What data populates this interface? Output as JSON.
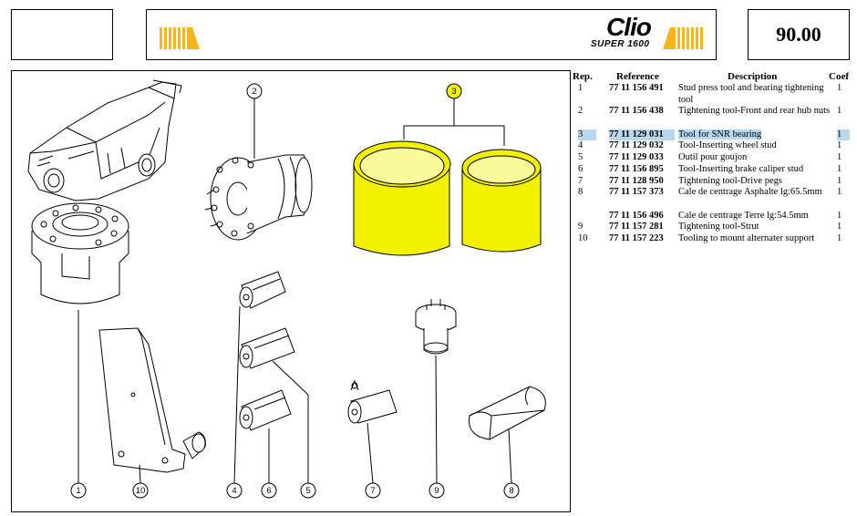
{
  "header": {
    "logo_title": "Clio",
    "logo_subtitle": "SUPER 1600",
    "page_number": "90.00",
    "colors": {
      "stripes": "#f6b51a",
      "highlight_ring": "#f2f200",
      "row_highlight": "#b9d7ee"
    }
  },
  "table": {
    "headers": {
      "rep": "Rep.",
      "reference": "Reference",
      "description": "Description",
      "coef": "Coef"
    },
    "rows": [
      {
        "rep": "1",
        "ref": "77 11 156 491",
        "desc": "Stud press tool and bearing tightening tool",
        "coef": "1"
      },
      {
        "rep": "2",
        "ref": "77 11 156 438",
        "desc": "Tightening tool-Front and rear hub nuts",
        "coef": "1"
      },
      {
        "rep": "3",
        "ref": "77 11 129 031",
        "desc": "Tool for SNR bearing",
        "coef": "1"
      },
      {
        "rep": "4",
        "ref": "77 11 129 032",
        "desc": "Tool-Inserting wheel stud",
        "coef": "1"
      },
      {
        "rep": "5",
        "ref": "77 11 129 033",
        "desc": "Outil pour goujon",
        "coef": "1"
      },
      {
        "rep": "6",
        "ref": "77 11 156 895",
        "desc": "Tool-Inserting brake caliper stud",
        "coef": "1"
      },
      {
        "rep": "7",
        "ref": "77 11 128 950",
        "desc": "Tightening tool-Drive pegs",
        "coef": "1"
      },
      {
        "rep": "8",
        "ref": "77 11 157 373",
        "desc": "Cale de centrage Asphalte lg:65.5mm",
        "coef": "1"
      },
      {
        "rep": "",
        "ref": "77 11 156 496",
        "desc": "Cale de centrage Terre lg:54.5mm",
        "coef": "1"
      },
      {
        "rep": "9",
        "ref": "77 11 157 281",
        "desc": "Tightening tool-Strut",
        "coef": "1"
      },
      {
        "rep": "10",
        "ref": "77 11 157 223",
        "desc": "Tooling to mount alternater support",
        "coef": "1"
      }
    ],
    "highlighted_rep": "3"
  },
  "diagram": {
    "callouts": [
      "1",
      "2",
      "3",
      "4",
      "5",
      "6",
      "7",
      "8",
      "9",
      "10"
    ]
  }
}
